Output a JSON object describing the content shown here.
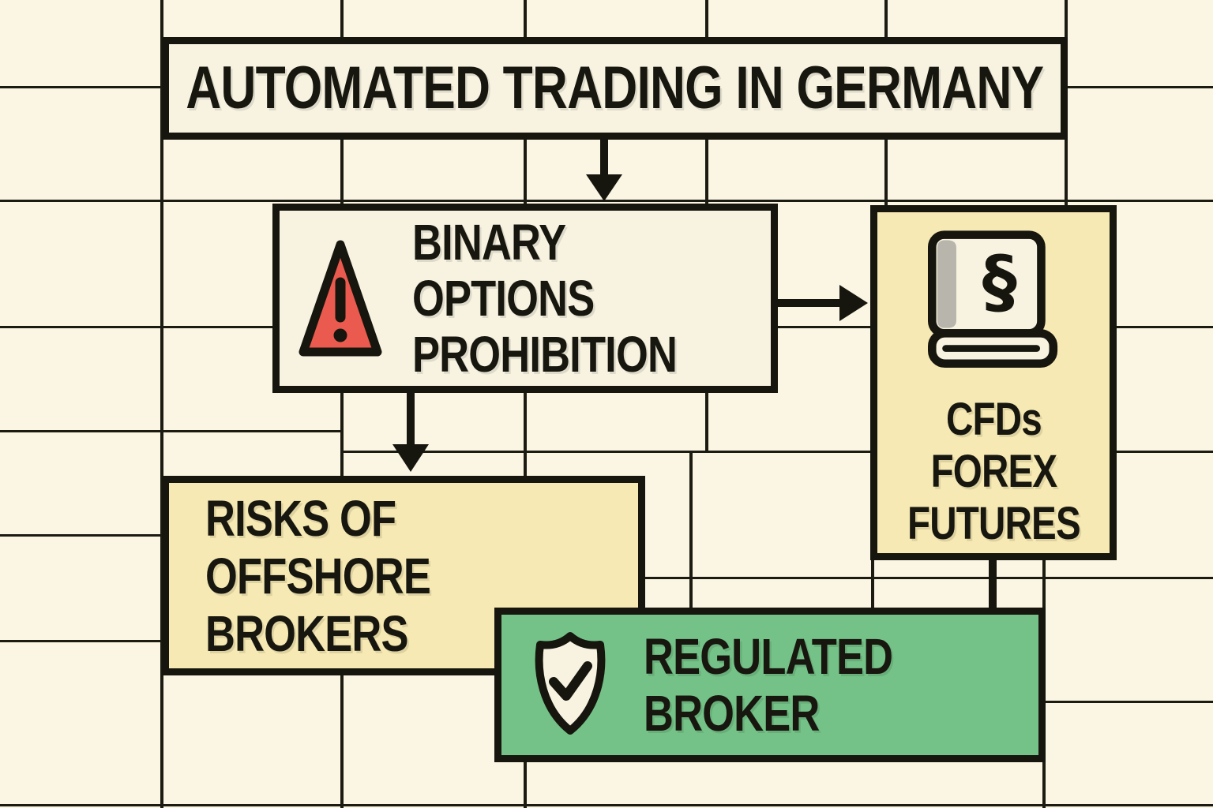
{
  "diagram": {
    "nodes": {
      "title": {
        "label": "AUTOMATED TRADING IN GERMANY"
      },
      "binary": {
        "icon": "warning-triangle",
        "lines": [
          "BINARY",
          "OPTIONS",
          "PROHIBITION"
        ]
      },
      "cfds": {
        "icon": "law-book",
        "book_symbol": "§",
        "lines": [
          "CFDs",
          "FOREX",
          "FUTURES"
        ]
      },
      "risks": {
        "lines": [
          "RISKS OF",
          "OFFSHORE",
          "BROKERS"
        ]
      },
      "regulated": {
        "icon": "shield-check",
        "lines": [
          "REGULATED",
          "BROKER"
        ]
      }
    },
    "edges": [
      "title -> binary (down arrow)",
      "binary -> cfds (right arrow)",
      "binary -> risks (down arrow)",
      "cfds -> regulated (straight connector)"
    ],
    "colors": {
      "background": "#fbf5e3",
      "panel_cream": "#f8f3e1",
      "panel_yellow": "#f6e9b3",
      "panel_green": "#74c287",
      "line_black": "#16160e",
      "warning_red": "#ea5a4e",
      "book_spine_gray": "#b8b6ac"
    }
  }
}
